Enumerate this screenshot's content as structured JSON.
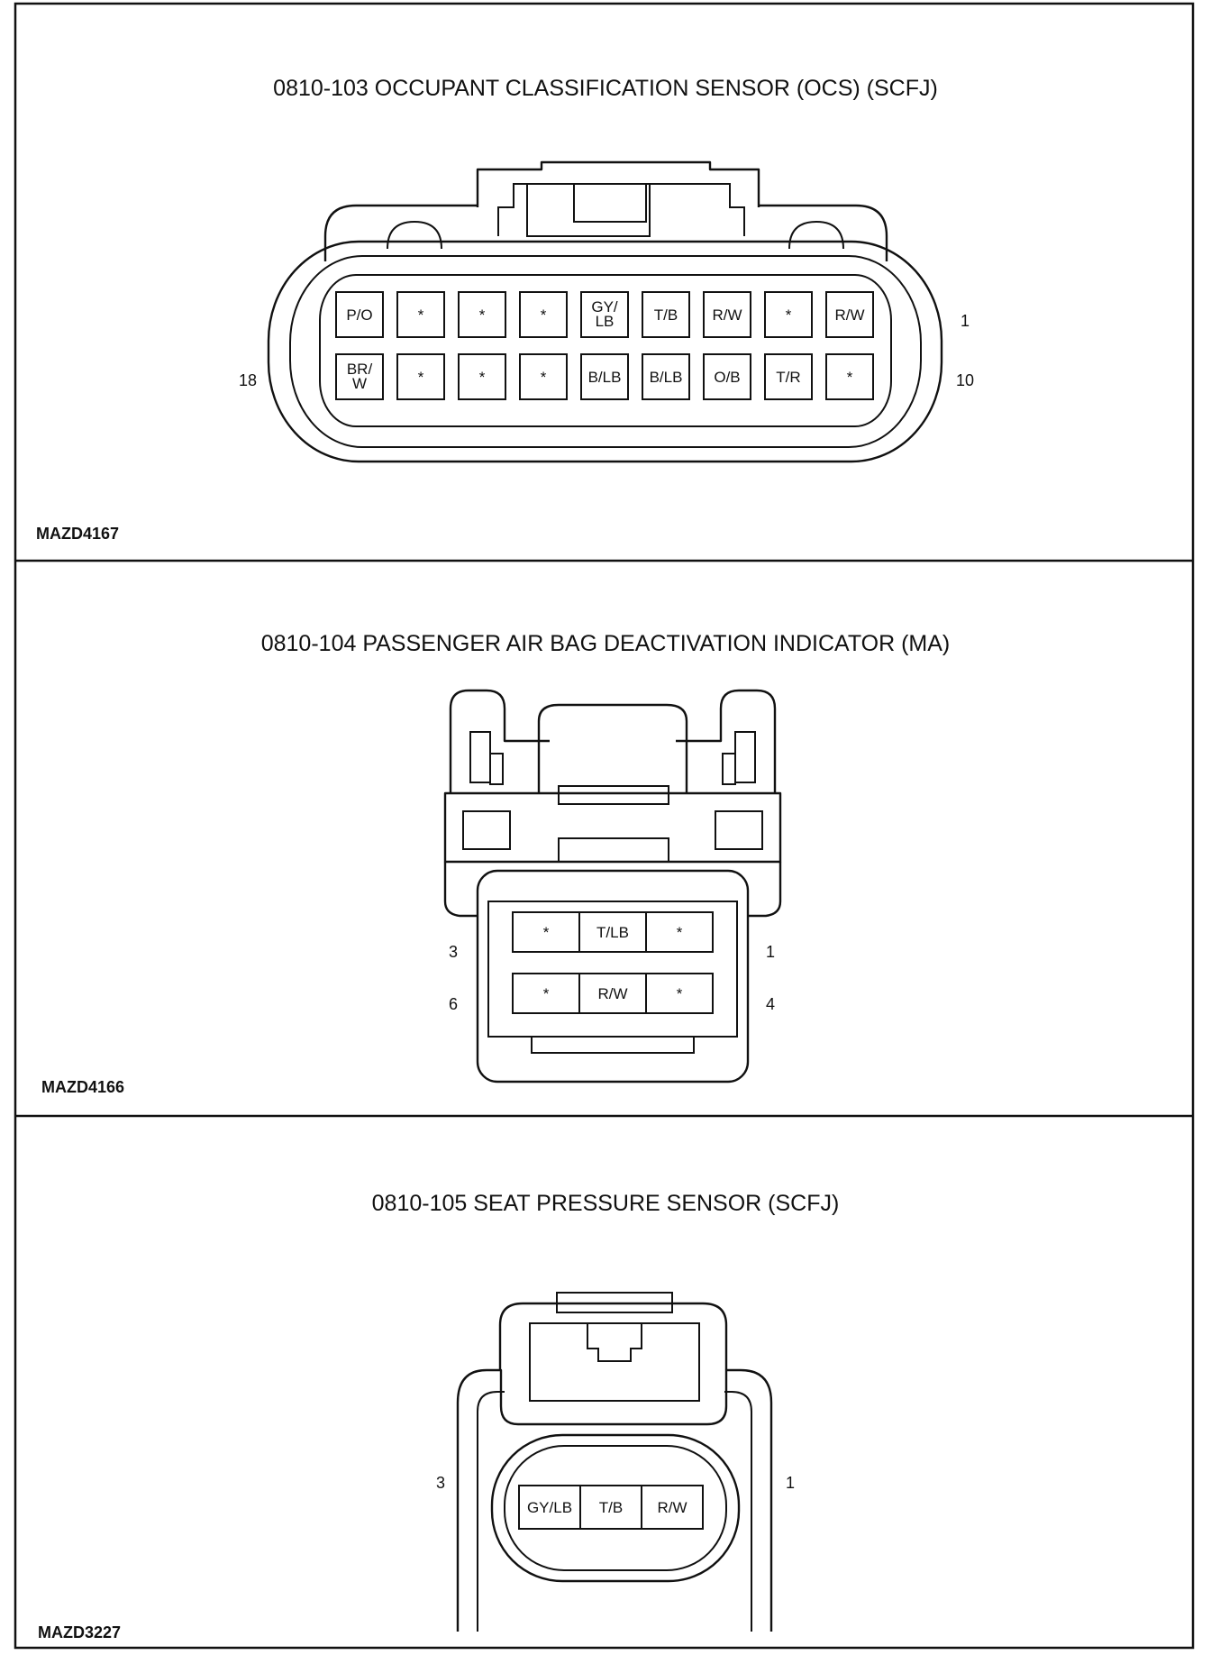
{
  "panels": [
    {
      "title": "0810-103 OCCUPANT CLASSIFICATION SENSOR (OCS) (SCFJ)",
      "figure_id": "MAZD4167",
      "pin_labels": {
        "top_right": "1",
        "bottom_left": "18",
        "bottom_right": "10"
      },
      "row_top": [
        "P/O",
        "*",
        "*",
        "*",
        "GY/ LB",
        "T/B",
        "R/W",
        "*",
        "R/W"
      ],
      "row_bottom": [
        "BR/ W",
        "*",
        "*",
        "*",
        "B/LB",
        "B/LB",
        "O/B",
        "T/R",
        "*"
      ]
    },
    {
      "title": "0810-104 PASSENGER AIR BAG DEACTIVATION INDICATOR (MA)",
      "figure_id": "MAZD4166",
      "pin_labels": {
        "top_left": "3",
        "top_right": "1",
        "bottom_left": "6",
        "bottom_right": "4"
      },
      "row_top": [
        "*",
        "T/LB",
        "*"
      ],
      "row_bottom": [
        "*",
        "R/W",
        "*"
      ]
    },
    {
      "title": "0810-105 SEAT PRESSURE SENSOR (SCFJ)",
      "figure_id": "MAZD3227",
      "pin_labels": {
        "left": "3",
        "right": "1"
      },
      "row": [
        "GY/LB",
        "T/B",
        "R/W"
      ]
    }
  ]
}
